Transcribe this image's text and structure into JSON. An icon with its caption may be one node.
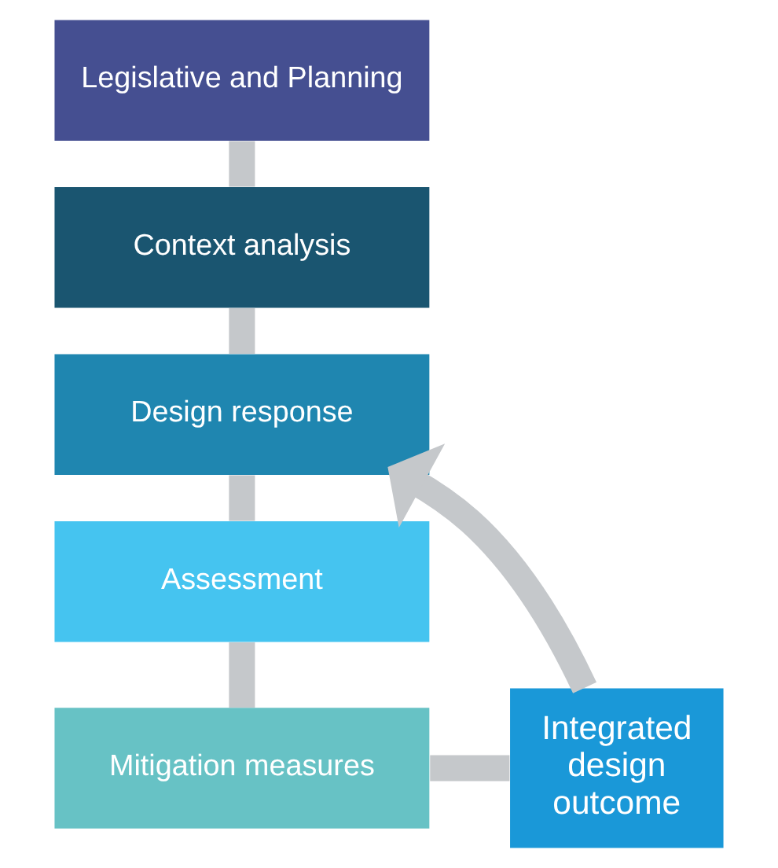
{
  "diagram": {
    "nodes": [
      {
        "text": [
          "Legislative and Planning"
        ]
      },
      {
        "text": [
          "Context analysis"
        ]
      },
      {
        "text": [
          "Design response"
        ]
      },
      {
        "text": [
          "Assessment"
        ]
      },
      {
        "text": [
          "Mitigation measures"
        ]
      },
      {
        "text": [
          "Integrated design outcome"
        ]
      }
    ],
    "edges": [
      {
        "from": 0,
        "to": 1,
        "arrow": "none"
      },
      {
        "from": 1,
        "to": 2,
        "arrow": "none"
      },
      {
        "from": 2,
        "to": 3,
        "arrow": "none"
      },
      {
        "from": 3,
        "to": 4,
        "arrow": "none"
      },
      {
        "from": 4,
        "to": 5,
        "arrow": "none"
      },
      {
        "from": 5,
        "to": 2,
        "arrow": "to"
      }
    ]
  }
}
